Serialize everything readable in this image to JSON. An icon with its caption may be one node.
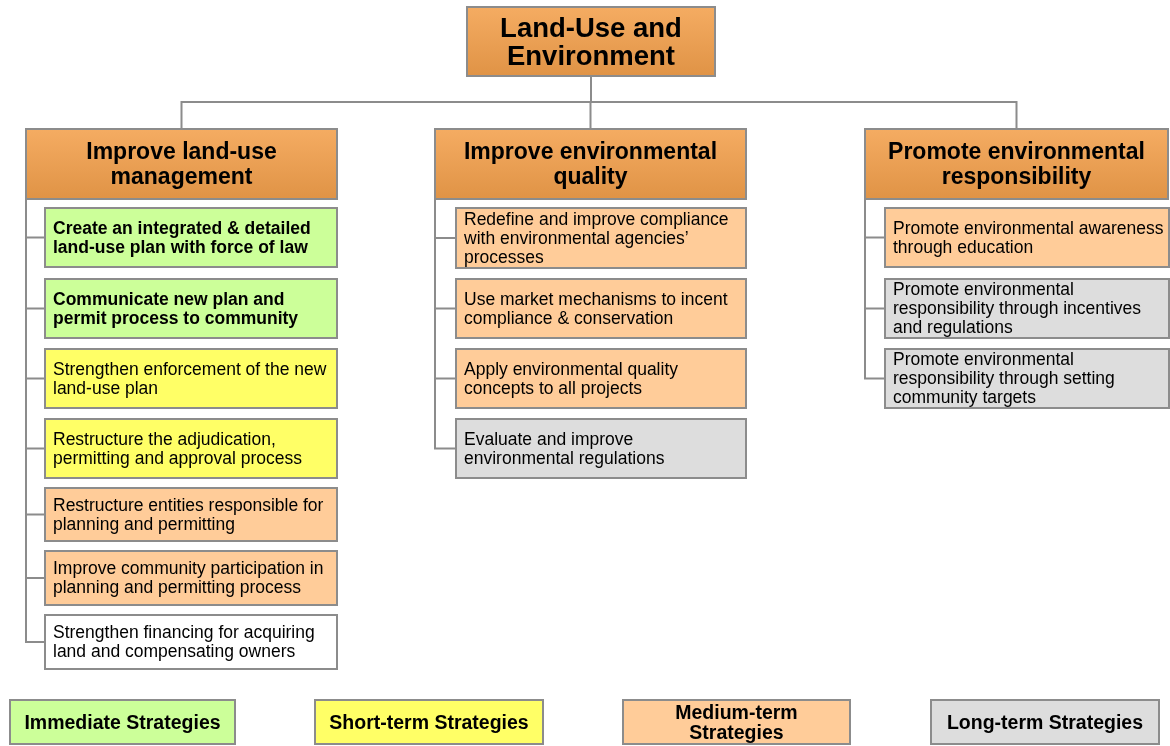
{
  "diagram": {
    "nodes": [
      {
        "text": [
          "Land-Use and Environment"
        ]
      },
      {
        "text": [
          "Improve land-use management"
        ]
      },
      {
        "text": [
          "Improve environmental quality"
        ]
      },
      {
        "text": [
          "Promote environmental responsibility"
        ]
      },
      {
        "text": [
          "Create an integrated & detailed land-use plan with force of law"
        ]
      },
      {
        "text": [
          "Communicate new plan and permit process to community"
        ]
      },
      {
        "text": [
          "Strengthen enforcement of the new land-use plan"
        ]
      },
      {
        "text": [
          "Restructure the adjudication, permitting and approval process"
        ]
      },
      {
        "text": [
          "Restructure entities responsible for planning and permitting"
        ]
      },
      {
        "text": [
          "Improve community participation in planning and permitting process"
        ]
      },
      {
        "text": [
          "Strengthen financing for acquiring land and compensating owners"
        ]
      },
      {
        "text": [
          "Redefine and improve compliance with environmental agencies’ processes"
        ]
      },
      {
        "text": [
          "Use market mechanisms to incent compliance & conservation"
        ]
      },
      {
        "text": [
          "Apply environmental quality concepts to all projects"
        ]
      },
      {
        "text": [
          "Evaluate and improve environmental regulations"
        ]
      },
      {
        "text": [
          "Promote environmental awareness through education"
        ]
      },
      {
        "text": [
          "Promote environmental responsibility through incentives and regulations"
        ]
      },
      {
        "text": [
          "Promote environmental responsibility through setting community targets"
        ]
      }
    ],
    "edges": [
      {
        "from": 0,
        "to": 1,
        "arrow": "none"
      },
      {
        "from": 0,
        "to": 2,
        "arrow": "none"
      },
      {
        "from": 0,
        "to": 3,
        "arrow": "none"
      },
      {
        "from": 1,
        "to": 4,
        "arrow": "none"
      },
      {
        "from": 1,
        "to": 5,
        "arrow": "none"
      },
      {
        "from": 1,
        "to": 6,
        "arrow": "none"
      },
      {
        "from": 1,
        "to": 7,
        "arrow": "none"
      },
      {
        "from": 1,
        "to": 8,
        "arrow": "none"
      },
      {
        "from": 1,
        "to": 9,
        "arrow": "none"
      },
      {
        "from": 1,
        "to": 10,
        "arrow": "none"
      },
      {
        "from": 2,
        "to": 11,
        "arrow": "none"
      },
      {
        "from": 2,
        "to": 12,
        "arrow": "none"
      },
      {
        "from": 2,
        "to": 13,
        "arrow": "none"
      },
      {
        "from": 2,
        "to": 14,
        "arrow": "none"
      },
      {
        "from": 3,
        "to": 15,
        "arrow": "none"
      },
      {
        "from": 3,
        "to": 16,
        "arrow": "none"
      },
      {
        "from": 3,
        "to": 17,
        "arrow": "none"
      }
    ],
    "legend": [
      {
        "text": "Immediate Strategies",
        "color": "#ccff99"
      },
      {
        "text": "Short-term Strategies",
        "color": "#ffff66"
      },
      {
        "text": "Medium-term Strategies",
        "color": "#ffcc99"
      },
      {
        "text": "Long-term Strategies",
        "color": "#dddddd"
      }
    ]
  }
}
